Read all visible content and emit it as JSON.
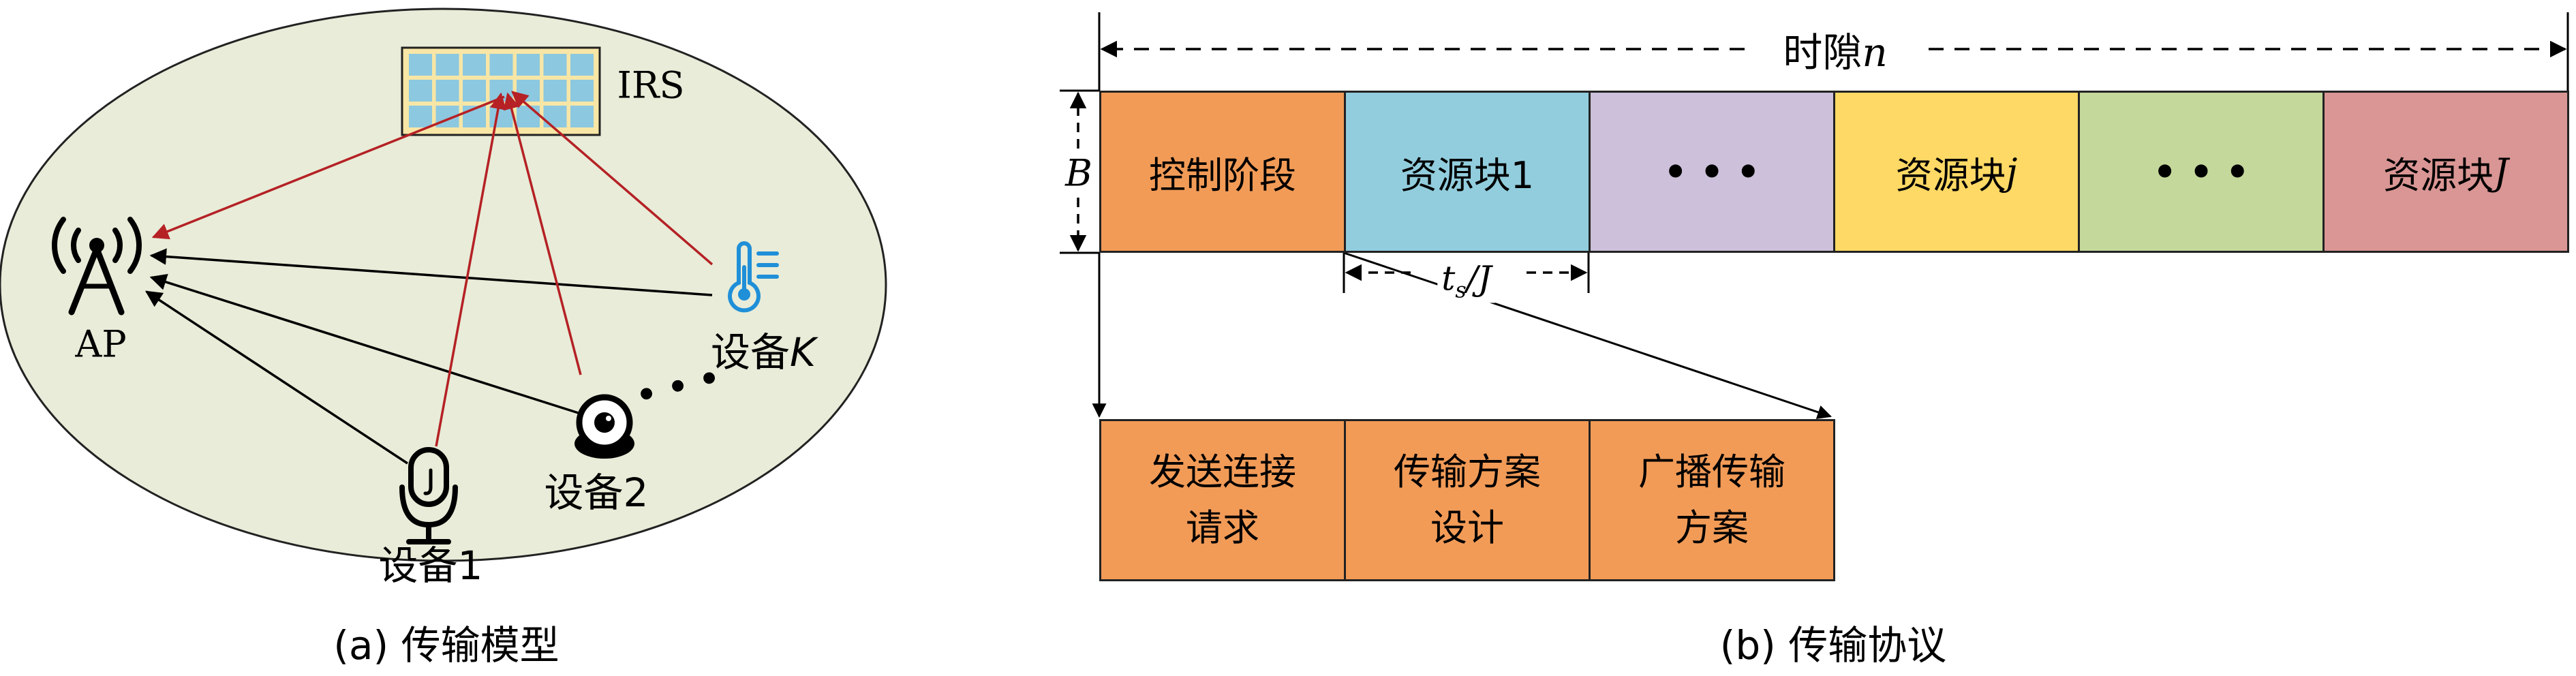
{
  "left_panel": {
    "caption": "(a) 传输模型",
    "irs_label": "IRS",
    "ap_label": "AP",
    "device_1_label": "设备1",
    "device_2_label": "设备2",
    "device_k_prefix": "设备",
    "device_k_var": "K",
    "ellipsis": "• • •",
    "colors": {
      "ellipse_fill": "#e8ecd8",
      "irs_panel": "#f7e6a6",
      "irs_cell": "#8cc8e0",
      "reflect_arrow": "#b52125",
      "direct_arrow": "#000000",
      "sensor_icon": "#1f8fd8"
    },
    "icons": [
      "antenna-tower-icon",
      "microphone-icon",
      "webcam-icon",
      "thermometer-icon",
      "irs-panel-icon"
    ]
  },
  "right_panel": {
    "caption": "(b) 传输协议",
    "timeslot_label": "时隙",
    "timeslot_var": "n",
    "bandwidth_var": "B",
    "duration_label": "t_s / J",
    "duration_t": "t",
    "duration_s": "s",
    "duration_rest": "/J",
    "slots": [
      {
        "label": "控制阶段",
        "color": "#f29b57"
      },
      {
        "label": "资源块1",
        "color": "#92cddd"
      },
      {
        "label": "• • •",
        "color": "#ccc0da"
      },
      {
        "label": "资源块",
        "var": "j",
        "color": "#ffd965"
      },
      {
        "label": "• • •",
        "color": "#c4d89b"
      },
      {
        "label": "资源块",
        "var": "J",
        "color": "#d99694"
      }
    ],
    "sub_slots": [
      {
        "line1": "发送连接",
        "line2": "请求"
      },
      {
        "line1": "传输方案",
        "line2": "设计"
      },
      {
        "line1": "广播传输",
        "line2": "方案"
      }
    ]
  }
}
